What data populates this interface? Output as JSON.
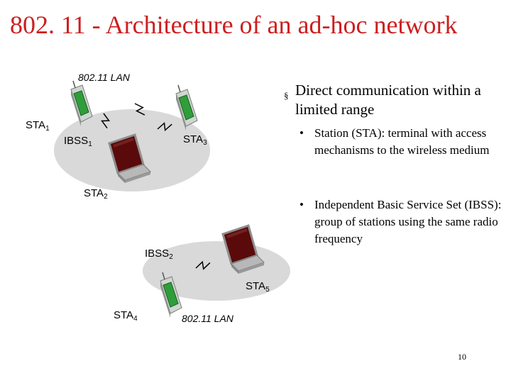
{
  "title": "802. 11 - Architecture of an ad-hoc network",
  "diagram": {
    "lan_label_1": "802.11 LAN",
    "lan_label_2": "802.11 LAN",
    "sta1": {
      "base": "STA",
      "sub": "1"
    },
    "sta2": {
      "base": "STA",
      "sub": "2"
    },
    "sta3": {
      "base": "STA",
      "sub": "3"
    },
    "sta4": {
      "base": "STA",
      "sub": "4"
    },
    "sta5": {
      "base": "STA",
      "sub": "5"
    },
    "ibss1": {
      "base": "IBSS",
      "sub": "1"
    },
    "ibss2": {
      "base": "IBSS",
      "sub": "2"
    },
    "icons": [
      "pda-icon",
      "laptop-icon",
      "wireless-link-icon"
    ],
    "colors": {
      "ellipse": "#d9d9d9",
      "pda_screen": "#2e9e3a",
      "laptop_screen": "#5a0a0a"
    }
  },
  "bullets": {
    "main": {
      "marker": "§",
      "text": "Direct communication within a limited range"
    },
    "sub": [
      {
        "marker": "•",
        "text": "Station (STA): terminal with access mechanisms to the wireless medium"
      },
      {
        "marker": "•",
        "text": "Independent Basic Service Set (IBSS): group of stations using the same radio frequency"
      }
    ]
  },
  "page_number": "10"
}
